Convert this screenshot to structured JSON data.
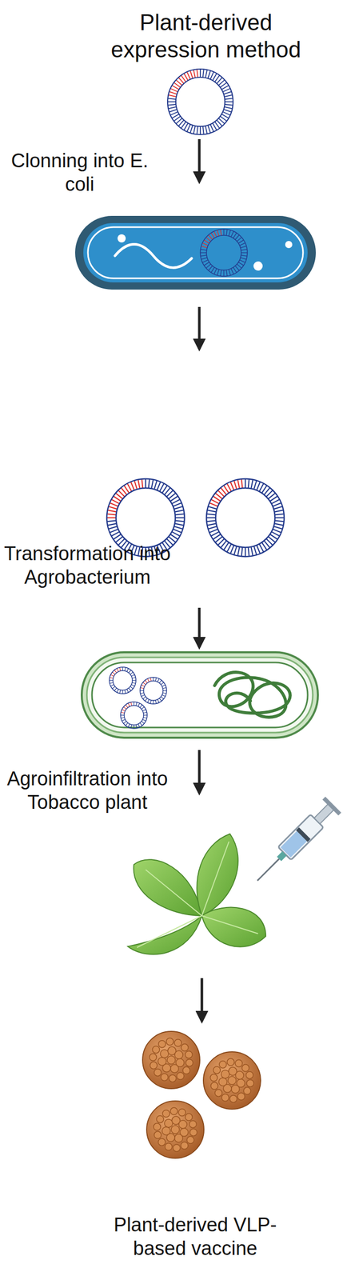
{
  "diagram": {
    "title": "Plant-derived expression method",
    "labels": [
      "Clonning into E. coli",
      "Transformation into Agrobacterium",
      "Agroinfiltration into Tobacco plant",
      "Plant-derived VLP-based vaccine"
    ]
  }
}
